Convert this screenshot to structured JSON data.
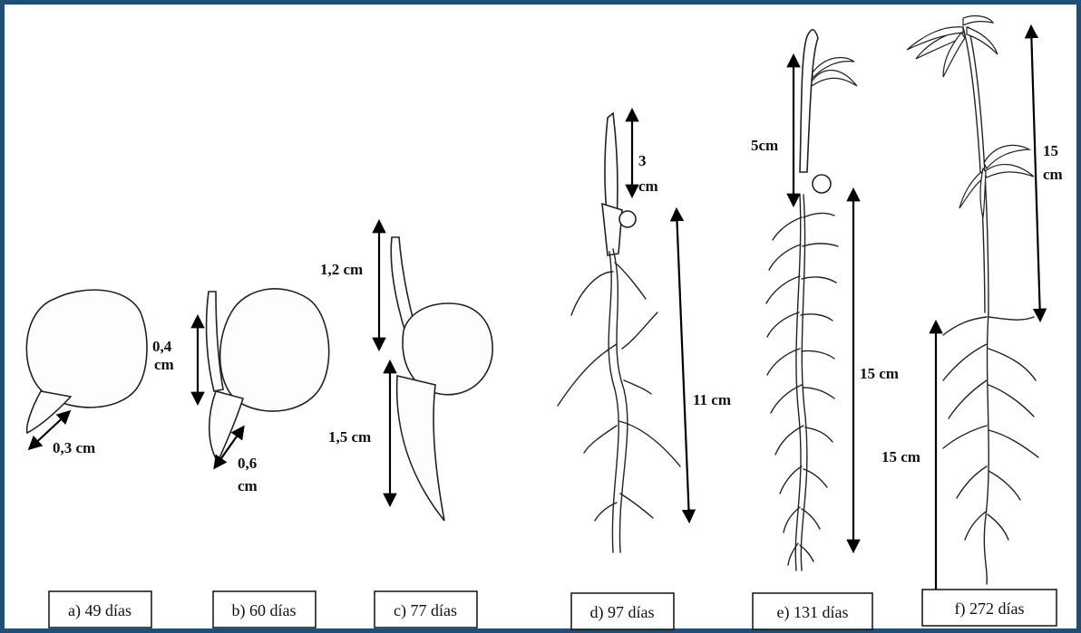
{
  "captions": {
    "a": "a) 49 días",
    "b": "b) 60 días",
    "c": "c) 77 días",
    "d": "d) 97 días",
    "e": "e) 131 días",
    "f": "f) 272 días"
  },
  "measurements": {
    "a_seed": [
      "0,4",
      "cm"
    ],
    "a_root": "0,3 cm",
    "b_root": [
      "0,6",
      "cm"
    ],
    "c_shoot": "1,2 cm",
    "c_root": "1,5 cm",
    "d_shoot": [
      "3",
      "cm"
    ],
    "d_root": "11 cm",
    "e_shoot": "5cm",
    "e_root": "15 cm",
    "f_shoot": [
      "15",
      "cm"
    ],
    "f_root": "15 cm"
  },
  "colors": {
    "frame": "#1f4e79",
    "ink": "#222222"
  }
}
